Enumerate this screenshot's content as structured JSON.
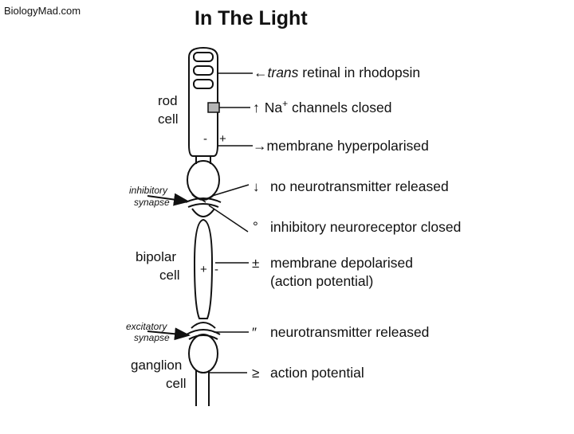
{
  "site": "BiologyMad.com",
  "title": "In The Light",
  "cells": {
    "rod": [
      "rod",
      "cell"
    ],
    "bipolar": [
      "bipolar",
      "cell"
    ],
    "ganglion": [
      "ganglion",
      "cell"
    ]
  },
  "synapses": {
    "inhibitory": [
      "inhibitory",
      "synapse"
    ],
    "excitatory": [
      "excitatory",
      "synapse"
    ]
  },
  "charges": {
    "rod_minus": "-",
    "rod_plus": "+",
    "bipolar_plus": "+",
    "bipolar_minus": "-"
  },
  "annotations": [
    {
      "symbol": "←",
      "prefix_italic": "trans",
      "text": " retinal in rhodopsin"
    },
    {
      "symbol": "↑",
      "text": "Na",
      "superscript": "+",
      "suffix": " channels closed"
    },
    {
      "symbol": "→",
      "text": "membrane hyperpolarised"
    },
    {
      "symbol": "↓",
      "text": "no neurotransmitter released"
    },
    {
      "symbol": "°",
      "text": "inhibitory neuroreceptor closed"
    },
    {
      "symbol": "±",
      "text": "membrane depolarised",
      "line2": "(action potential)"
    },
    {
      "symbol": "″",
      "text": "neurotransmitter released"
    },
    {
      "symbol": "≥",
      "text": "action potential"
    }
  ]
}
